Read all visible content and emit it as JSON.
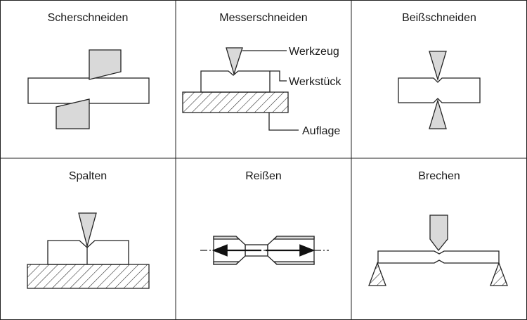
{
  "panels": {
    "scherschneiden": {
      "title": "Scherschneiden"
    },
    "messerschneiden": {
      "title": "Messerschneiden",
      "labels": {
        "werkzeug": "Werkzeug",
        "werkstueck": "Werkstück",
        "auflage": "Auflage"
      }
    },
    "beissschneiden": {
      "title": "Beißschneiden"
    },
    "spalten": {
      "title": "Spalten"
    },
    "reissen": {
      "title": "Reißen"
    },
    "brechen": {
      "title": "Brechen"
    }
  },
  "colors": {
    "tool_fill": "#d9d9d9",
    "line": "#222222",
    "background": "#ffffff"
  }
}
